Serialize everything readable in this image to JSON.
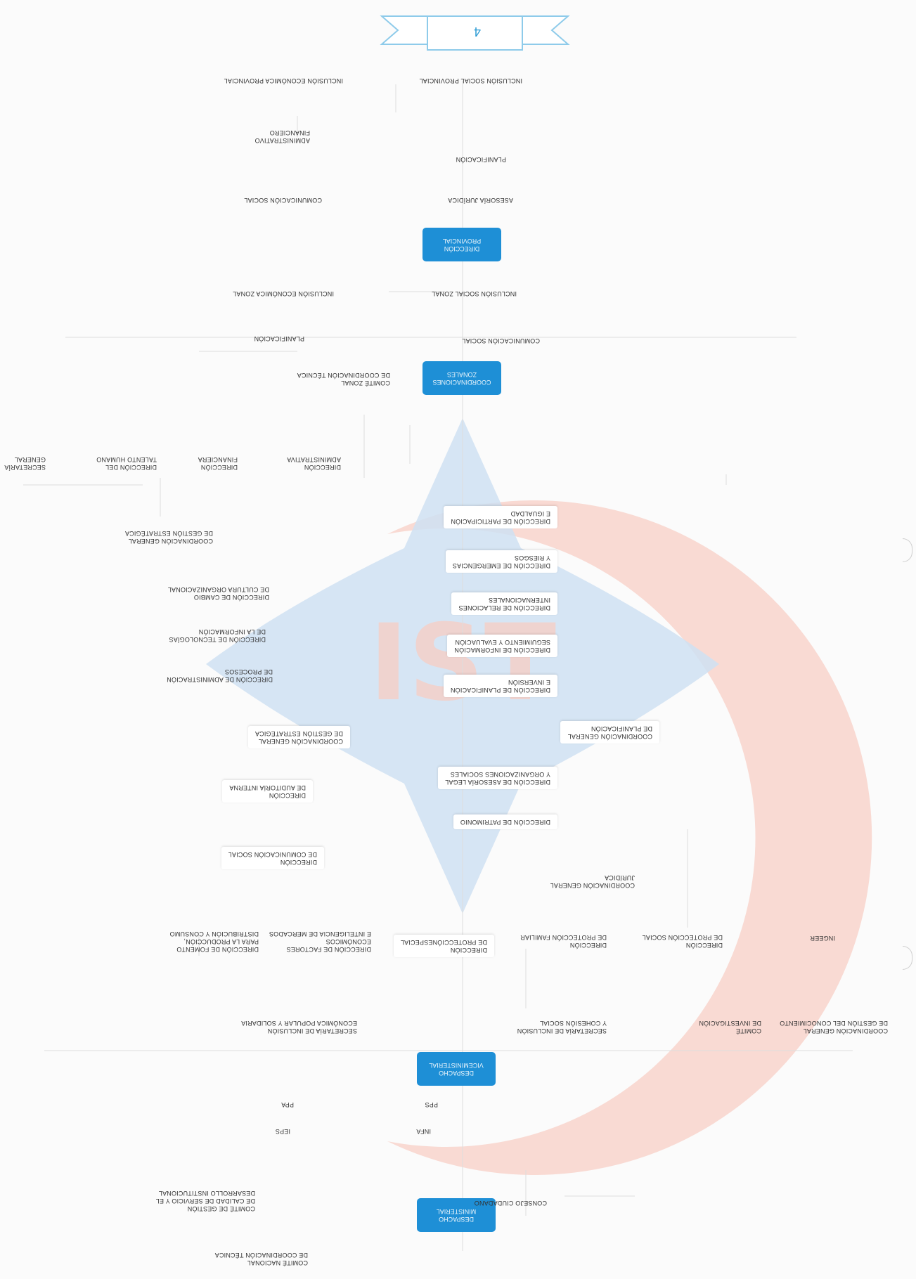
{
  "page_number": "4",
  "watermark": {
    "text": "IST",
    "colors": {
      "arrow": "#cfe0f2",
      "letters": "#f6cfc6",
      "ring": "#f8d3cb"
    }
  },
  "colors": {
    "hub": "#1e8fd6",
    "connector": "#dddddd",
    "banner": "#8ecbea"
  },
  "hubs": {
    "ministerial": "DESPACHO\nMINISTERIAL",
    "viceministerial": "DESPACHO\nVICEMINISTERIAL",
    "zonal": "COORDINACIONES\nZONALES",
    "provincial": "DIRECCIÓN\nPROVINCIAL"
  },
  "ministerial_level": {
    "comite_nacional": "COMITÉ NACIONAL\nDE COORDINACIÓN TÉCNICA",
    "comite_gestion": "COMITÉ DE GESTIÓN\nDE CALIDAD DE SERVICIO Y EL\nDESARROLLO INSTITUCIONAL",
    "consejo": "CONSEJO CIUDADANO",
    "infa": "INFA",
    "ieps": "IEPS",
    "pps": "PPS",
    "ppa": "PPA"
  },
  "vice_level": {
    "coord_conocimiento": "COORDINACIÓN GENERAL\nDE GESTIÓN DEL CONOCIMIENTO",
    "comite_investigacion": "COMITÉ\nDE INVESTIGACIÓN",
    "sec_inclusion_social": "SECRETARÍA DE INCLUSIÓN\nY COHESIÓN SOCIAL",
    "sec_inclusion_economica": "SECRETARÍA DE INCLUSIÓN\nECONÓMICA POPULAR Y SOLIDARIA",
    "ingeer": "INGEER",
    "dir_proteccion_social": "DIRECCIÓN\nDE PROTECCIÓN SOCIAL",
    "dir_proteccion_familiar": "DIRECCIÓN\nDE PROTECCIÓN FAMILIAR",
    "dir_proteccion_especial": "DIRECCIÓN\nDE PROTECCIÓNESPECIAL",
    "dir_factores": "DIRECCIÓN DE FACTORES\nECONÓMICOS\nE INTELIGENCIA DE MERCADOS",
    "dir_fomento": "DIRECCIÓN DE FOMENTO\nPARA LA PRODUCCIÓN,\nDISTRIBUCIÓN Y CONSUMO"
  },
  "central_units": {
    "coord_juridica": "COORDINACIÓN GENERAL\nJURÍDICA",
    "dir_patrimonio": "DIRECCIÓN DE PATRIMONIO",
    "dir_asesoria_legal": "DIRECCIÓN DE ASESORÍA LEGAL\nY ORGANIZACIONES SOCIALES",
    "coord_planificacion": "COORDINACIÓN GENERAL\nDE PLANIFICACIÓN",
    "dir_planificacion_inversion": "DIRECCIÓN DE PLANIFICACIÓN\nE INVERSIÓN",
    "dir_informacion_seguimiento": "DIRECCIÓN DE INFORMACIÓN\nSEGUIMIENTO Y EVALUACIÓN",
    "dir_relaciones": "DIRECCIÓN DE RELACIONES\nINTERNACIONALES",
    "dir_emergencias": "DIRECCIÓN DE EMERGENCIAS\nY RIESGOS",
    "dir_participacion": "DIRECCIÓN DE PARTICIPACIÓN\nE IGUALDAD",
    "dir_comunicacion": "DIRECCIÓN\nDE COMUNICACIÓN SOCIAL",
    "dir_auditoria": "DIRECCIÓN\nDE AUDITORÍA INTERNA",
    "coord_gestion_estrategica_inner": "COORDINACIÓN GENERAL\nDE GESTIÓN ESTRATÉGICA",
    "dir_procesos": "DIRECCIÓN DE ADMINISTRACIÓN\nDE PROCESOS",
    "dir_tecnologias": "DIRECCIÓN DE TECNOLOGÍAS\nDE LA INFORMACIÓN",
    "dir_cambio": "DIRECCIÓN DE CAMBIO\nDE CULTURA ORGANIZACIONAL",
    "coord_gestion_estrategica": "COORDINACIÓN GENERAL\nDE GESTIÓN ESTRATÉGICA",
    "dir_administrativa": "DIRECCIÓN\nADMINISTRATIVA",
    "dir_financiera": "DIRECCIÓN\nFINANCIERA",
    "dir_talento": "DIRECCIÓN DEL\nTALENTO HUMANO",
    "secretaria_general": "SECRETARÍA\nGENERAL"
  },
  "zonal_level": {
    "comite_zonal": "COMITÉ ZONAL\nDE COORDINACIÓN TÉCNICA",
    "comunicacion": "COMUNICACIÓN SOCIAL",
    "planificacion": "PLANIFICACIÓN",
    "inclusion_social": "INCLUSIÓN SOCIAL ZONAL",
    "inclusion_economica": "INCLUSIÓN ECONÓMICA ZONAL"
  },
  "provincial_level": {
    "asesoria": "ASESORÍA JURÍDICA",
    "comunicacion": "COMUNICACIÓN SOCIAL",
    "planificacion": "PLANIFICACIÓN",
    "administrativo": "ADMINISTRATIVO\nFINANCIERO",
    "inclusion_social": "INCLUSIÓN SOCIAL PROVINCIAL",
    "inclusion_economica": "INCLUSIÓN ECONÓMICA PROVINCIAL"
  }
}
